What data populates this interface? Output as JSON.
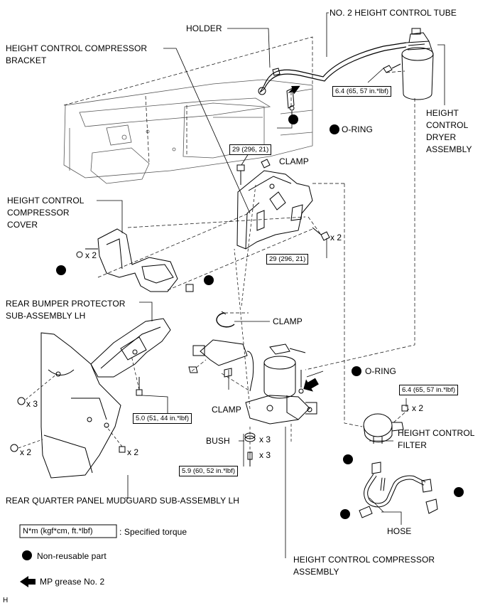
{
  "labels": {
    "no2_height_control_tube": "NO. 2 HEIGHT CONTROL TUBE",
    "holder": "HOLDER",
    "compressor_bracket_line1": "HEIGHT CONTROL COMPRESSOR",
    "compressor_bracket_line2": "BRACKET",
    "dryer_line1": "HEIGHT",
    "dryer_line2": "CONTROL",
    "dryer_line3": "DRYER",
    "dryer_line4": "ASSEMBLY",
    "o_ring_top": "O-RING",
    "clamp_top": "CLAMP",
    "compressor_cover_line1": "HEIGHT CONTROL",
    "compressor_cover_line2": "COMPRESSOR",
    "compressor_cover_line3": "COVER",
    "bumper_protector_line1": "REAR BUMPER PROTECTOR",
    "bumper_protector_line2": "SUB-ASSEMBLY LH",
    "clamp_mid": "CLAMP",
    "o_ring_mid": "O-RING",
    "clamp_low": "CLAMP",
    "filter_line1": "HEIGHT CONTROL",
    "filter_line2": "FILTER",
    "bush": "BUSH",
    "hose": "HOSE",
    "mudguard": "REAR QUARTER PANEL MUDGUARD SUB-ASSEMBLY LH",
    "compressor_assy_line1": "HEIGHT CONTROL COMPRESSOR",
    "compressor_assy_line2": "ASSEMBLY",
    "corner_mark": "H"
  },
  "torques": {
    "tube_bolt": "6.4 (65, 57 in.*lbf)",
    "bracket_top": "29 (296, 21)",
    "bracket_right": "29 (296, 21)",
    "bumper_bolt": "5.0 (51, 44 in.*lbf)",
    "filter_bolt": "6.4 (65, 57 in.*lbf)",
    "compressor_bolt": "5.9 (60, 52 in.*lbf)"
  },
  "quantities": {
    "bracket_bolts": "x 2",
    "cover_bolts": "x 2",
    "mudguard_left_top": "x 3",
    "mudguard_left_bottom": "x 2",
    "mudguard_right": "x 2",
    "bush": "x 3",
    "compressor_bolts": "x 3",
    "filter_bolts": "x 2"
  },
  "legend": {
    "torque_box": "N*m (kgf*cm, ft.*lbf)",
    "torque_text": ": Specified torque",
    "non_reusable": "Non-reusable part",
    "grease": "MP grease No. 2"
  }
}
